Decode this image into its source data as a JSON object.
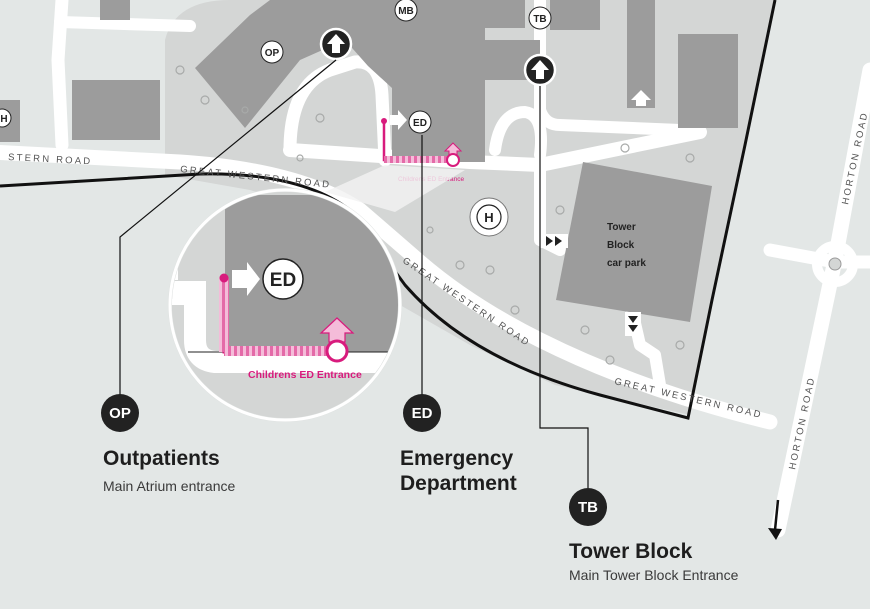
{
  "road_labels": {
    "great_western_road": "GREAT WESTERN ROAD",
    "great_western_road_west": "STERN ROAD",
    "horton_road": "HORTON ROAD"
  },
  "building_labels": {
    "op": "OP",
    "mb": "MB",
    "tb": "TB",
    "ed": "ED",
    "helipad": "H",
    "left_edge": "H"
  },
  "car_park": {
    "line1": "Tower",
    "line2": "Block",
    "line3": "car park"
  },
  "entrance_label": "Childrens ED Entrance",
  "inset": {
    "ed": "ED",
    "entrance_label": "Childrens ED Entrance"
  },
  "callouts": {
    "outpatients": {
      "badge": "OP",
      "title": "Outpatients",
      "subtitle": "Main Atrium entrance"
    },
    "emergency": {
      "badge": "ED",
      "title_line1": "Emergency",
      "title_line2": "Department"
    },
    "tower": {
      "badge": "TB",
      "title": "Tower Block",
      "subtitle": "Main Tower Block Entrance"
    }
  },
  "colors": {
    "background": "#e3e7e6",
    "site": "#d4d6d5",
    "building": "#9c9c9c",
    "road": "#ffffff",
    "boundary": "#111111",
    "route": "#d81b7d"
  }
}
